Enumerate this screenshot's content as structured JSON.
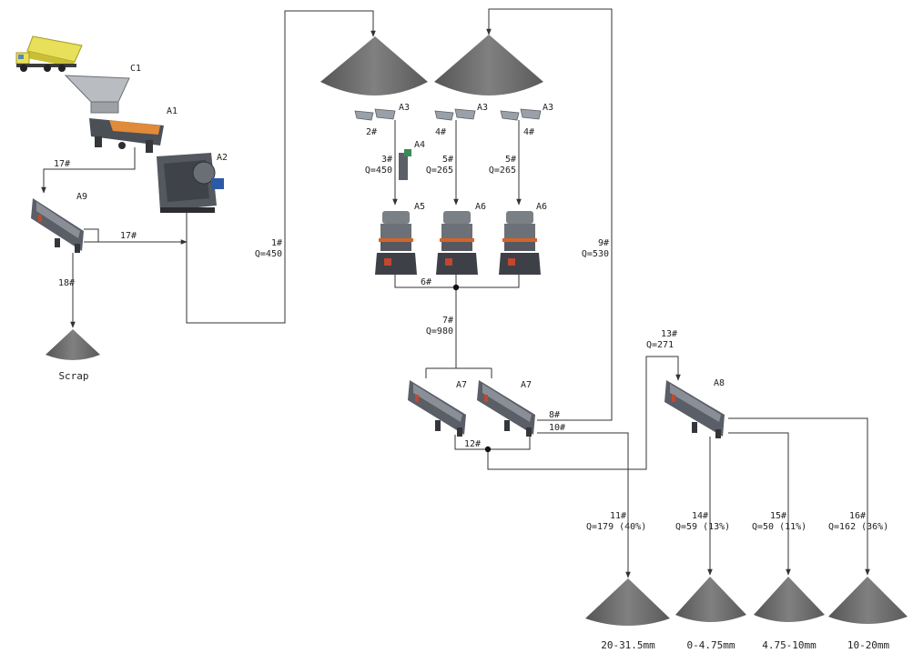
{
  "equipment": {
    "c1": "C1",
    "a1": "A1",
    "a2": "A2",
    "a9": "A9",
    "a3_1": "A3",
    "a3_2": "A3",
    "a3_3": "A3",
    "a4": "A4",
    "a5": "A5",
    "a6_1": "A6",
    "a6_2": "A6",
    "a7_1": "A7",
    "a7_2": "A7",
    "a8": "A8"
  },
  "streams": {
    "s17a": "17#",
    "s17b": "17#",
    "s18": "18#",
    "s1": "1#",
    "s1_q": "Q=450",
    "s2": "2#",
    "s3": "3#",
    "s3_q": "Q=450",
    "s4a": "4#",
    "s4b": "4#",
    "s5a": "5#",
    "s5a_q": "Q=265",
    "s5b": "5#",
    "s5b_q": "Q=265",
    "s6": "6#",
    "s7": "7#",
    "s7_q": "Q=980",
    "s9": "9#",
    "s9_q": "Q=530",
    "s8": "8#",
    "s10": "10#",
    "s12": "12#",
    "s13": "13#",
    "s13_q": "Q=271",
    "s11": "11#",
    "s11_q": "Q=179 (40%)",
    "s14": "14#",
    "s14_q": "Q=59 (13%)",
    "s15": "15#",
    "s15_q": "Q=50 (11%)",
    "s16": "16#",
    "s16_q": "Q=162 (36%)"
  },
  "products": {
    "scrap": "Scrap",
    "p1": "20-31.5mm",
    "p2": "0-4.75mm",
    "p3": "4.75-10mm",
    "p4": "10-20mm"
  },
  "colors": {
    "pile": "#6b6b6b",
    "line": "#333333",
    "truck_body": "#e8e05a",
    "machine": "#5a5e66",
    "accent": "#d4642a"
  }
}
